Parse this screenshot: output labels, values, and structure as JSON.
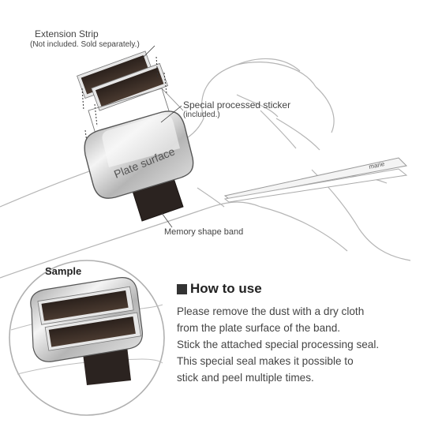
{
  "labels": {
    "extension_strip": "Extension Strip",
    "extension_strip_note": "(Not included. Sold separately.)",
    "sticker": "Special processed sticker",
    "sticker_note": "(included.)",
    "plate_surface": "Plate surface",
    "band": "Memory shape band",
    "sample": "Sample",
    "tweezer_brand": "marie"
  },
  "how_to_use": {
    "title": "How to use",
    "lines": [
      "Please remove the dust with a dry cloth",
      "from the plate surface of the band.",
      "Stick the attached special processing seal.",
      "This special seal makes it possible to",
      "stick and peel multiple times."
    ]
  }
}
